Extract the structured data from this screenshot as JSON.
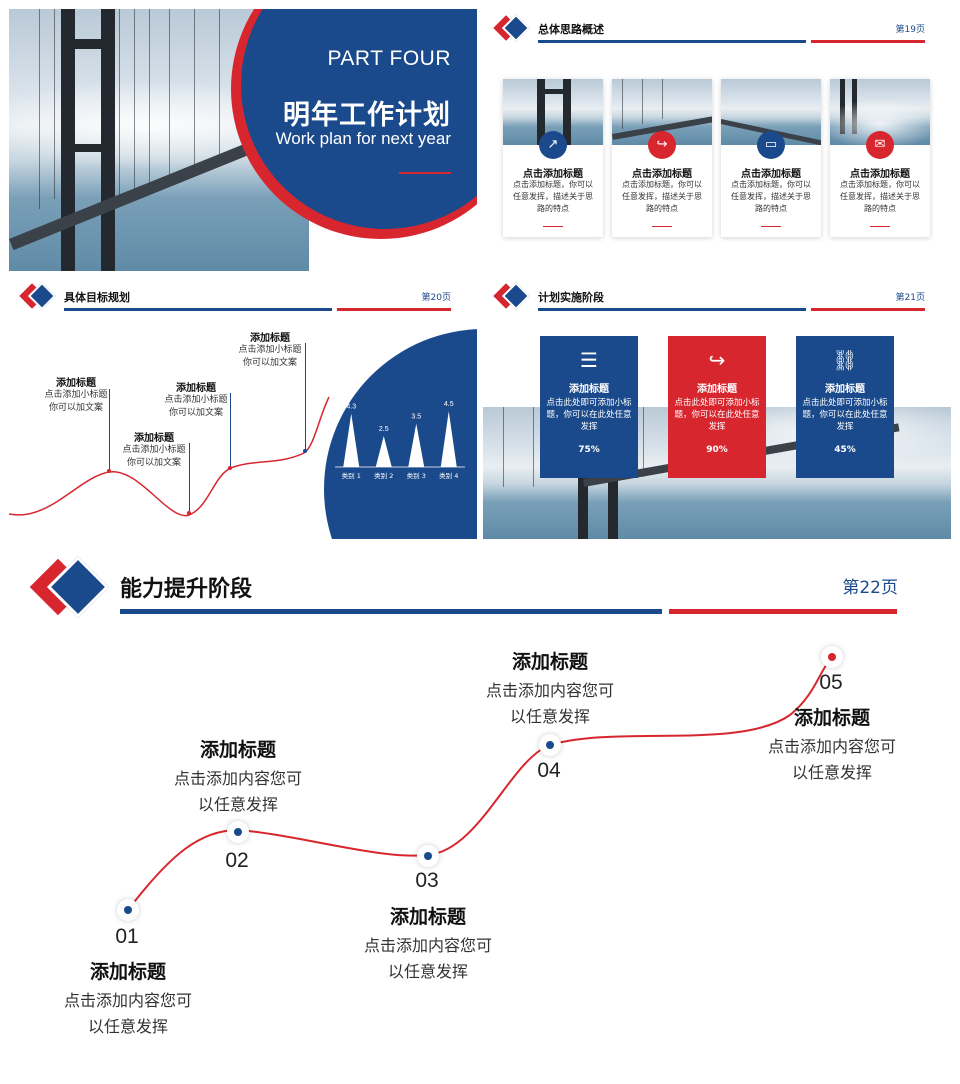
{
  "slide1": {
    "part": "PART FOUR",
    "title_cn": "明年工作计划",
    "title_en": "Work plan for next year"
  },
  "slide2": {
    "title": "总体思路概述",
    "page": "第19页",
    "cards": [
      {
        "title": "点击添加标题",
        "desc": "点击添加标题，你可以任意发挥，描述关于思路的特点",
        "icon": "chart-icon",
        "color": "#1b4a8c",
        "glyph": "↗"
      },
      {
        "title": "点击添加标题",
        "desc": "点击添加标题，你可以任意发挥，描述关于思路的特点",
        "icon": "share-icon",
        "color": "#d8262e",
        "glyph": "↪"
      },
      {
        "title": "点击添加标题",
        "desc": "点击添加标题，你可以任意发挥，描述关于思路的特点",
        "icon": "monitor-icon",
        "color": "#1b4a8c",
        "glyph": "▭"
      },
      {
        "title": "点击添加标题",
        "desc": "点击添加标题，你可以任意发挥，描述关于思路的特点",
        "icon": "mail-icon",
        "color": "#d8262e",
        "glyph": "✉"
      }
    ]
  },
  "slide3": {
    "title": "具体目标规划",
    "page": "第20页",
    "labels": [
      {
        "title": "添加标题",
        "desc1": "点击添加小标题",
        "desc2": "你可以加文案"
      },
      {
        "title": "添加标题",
        "desc1": "点击添加小标题",
        "desc2": "你可以加文案"
      },
      {
        "title": "添加标题",
        "desc1": "点击添加小标题",
        "desc2": "你可以加文案"
      },
      {
        "title": "添加标题",
        "desc1": "点击添加小标题",
        "desc2": "你可以加文案"
      }
    ],
    "chart_data": {
      "type": "bar",
      "categories": [
        "类别 1",
        "类别 2",
        "类别 3",
        "类别 4"
      ],
      "values": [
        4.3,
        2.5,
        3.5,
        4.5
      ],
      "ylim": [
        0,
        5
      ],
      "grid": false
    }
  },
  "slide4": {
    "title": "计划实施阶段",
    "page": "第21页",
    "boxes": [
      {
        "title": "添加标题",
        "desc": "点击此处即可添加小标题，你可以在此处任意发挥",
        "pct": "75%",
        "icon": "layers-icon",
        "color": "#1b4a8c",
        "glyph": "☰"
      },
      {
        "title": "添加标题",
        "desc": "点击此处即可添加小标题，你可以在此处任意发挥",
        "pct": "90%",
        "icon": "share-icon",
        "color": "#d8262e",
        "glyph": "↪"
      },
      {
        "title": "添加标题",
        "desc": "点击此处即可添加小标题，你可以在此处任意发挥",
        "pct": "45%",
        "icon": "link-icon",
        "color": "#1b4a8c",
        "glyph": "⛓"
      }
    ]
  },
  "slide5": {
    "title": "能力提升阶段",
    "page": "第22页",
    "steps": [
      {
        "num": "01",
        "title": "添加标题",
        "desc1": "点击添加内容您可",
        "desc2": "以任意发挥"
      },
      {
        "num": "02",
        "title": "添加标题",
        "desc1": "点击添加内容您可",
        "desc2": "以任意发挥"
      },
      {
        "num": "03",
        "title": "添加标题",
        "desc1": "点击添加内容您可",
        "desc2": "以任意发挥"
      },
      {
        "num": "04",
        "title": "添加标题",
        "desc1": "点击添加内容您可",
        "desc2": "以任意发挥"
      },
      {
        "num": "05",
        "title": "添加标题",
        "desc1": "点击添加内容您可",
        "desc2": "以任意发挥"
      }
    ]
  }
}
